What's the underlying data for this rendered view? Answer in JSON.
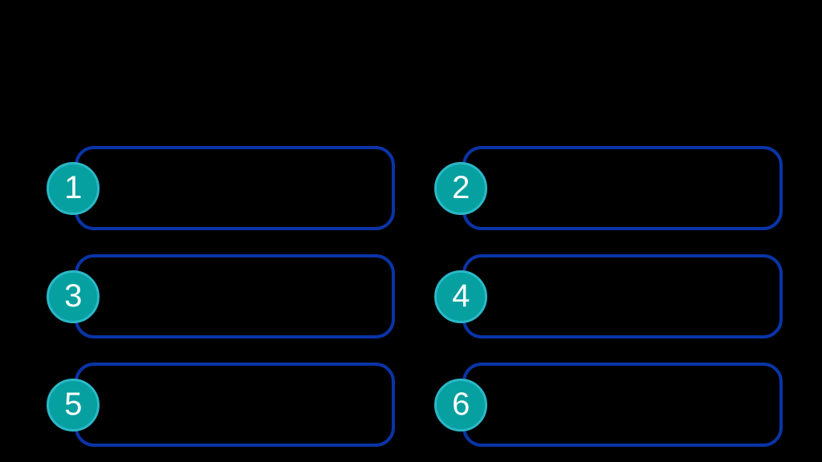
{
  "slide": {
    "background_color": "#000000",
    "title": "",
    "subtitle": ""
  },
  "theme": {
    "box_border_color": "#0A34A7",
    "badge_fill_color": "#06A0A0",
    "badge_ring_color": "#2BB8C8",
    "badge_number_color": "#FFFFFF",
    "text_color": "#FFFFFF"
  },
  "callouts": [
    {
      "number": "1",
      "text": "",
      "column": "left",
      "row": 1
    },
    {
      "number": "2",
      "text": "",
      "column": "right",
      "row": 1
    },
    {
      "number": "3",
      "text": "",
      "column": "left",
      "row": 2
    },
    {
      "number": "4",
      "text": "",
      "column": "right",
      "row": 2
    },
    {
      "number": "5",
      "text": "",
      "column": "left",
      "row": 3
    },
    {
      "number": "6",
      "text": "",
      "column": "right",
      "row": 3
    }
  ]
}
